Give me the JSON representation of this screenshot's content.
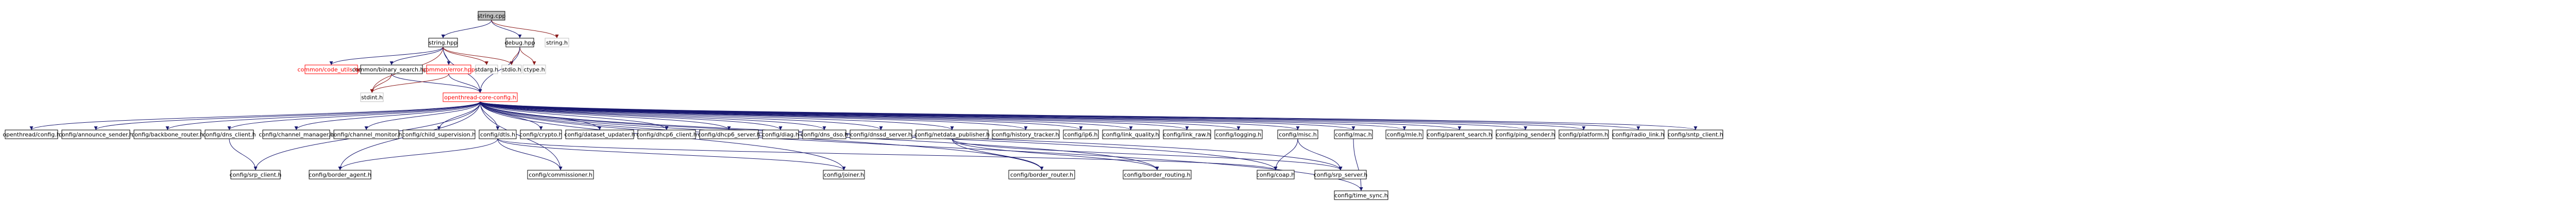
{
  "graph": {
    "title": "string.cpp include dependency graph",
    "colors": {
      "root_fill": "#bfbfbf",
      "node_fill": "#ffffff",
      "node_stroke": "#000000",
      "missing_stroke": "#ff0000",
      "edge_project": "#191970",
      "edge_system": "#8b1a1a",
      "background": "#ffffff"
    },
    "nodes": [
      {
        "id": "string_cpp",
        "label": "string.cpp",
        "root": true
      },
      {
        "id": "string_hpp",
        "label": "string.hpp"
      },
      {
        "id": "debug_hpp",
        "label": "debug.hpp"
      },
      {
        "id": "string_h",
        "label": "string.h",
        "plain": true
      },
      {
        "id": "code_utils",
        "label": "common/code_utils.hpp",
        "missing": true
      },
      {
        "id": "binary_search",
        "label": "common/binary_search.hpp"
      },
      {
        "id": "error_hpp",
        "label": "common/error.hpp",
        "missing": true
      },
      {
        "id": "stdarg_h",
        "label": "stdarg.h",
        "plain": true
      },
      {
        "id": "stdio_h",
        "label": "stdio.h",
        "plain": true
      },
      {
        "id": "ctype_h",
        "label": "ctype.h",
        "plain": true
      },
      {
        "id": "core_config",
        "label": "openthread-core-config.h",
        "missing": true
      },
      {
        "id": "stdint_h",
        "label": "stdint.h",
        "plain": true
      },
      {
        "id": "ot_config",
        "label": "openthread/config.h"
      },
      {
        "id": "announce_sender",
        "label": "config/announce_sender.h"
      },
      {
        "id": "backbone_router",
        "label": "config/backbone_router.h"
      },
      {
        "id": "dns_client",
        "label": "config/dns_client.h"
      },
      {
        "id": "channel_manager",
        "label": "config/channel_manager.h"
      },
      {
        "id": "channel_monitor",
        "label": "config/channel_monitor.h"
      },
      {
        "id": "child_supervision",
        "label": "config/child_supervision.h"
      },
      {
        "id": "dtls",
        "label": "config/dtls.h"
      },
      {
        "id": "crypto",
        "label": "config/crypto.h"
      },
      {
        "id": "dataset_updater",
        "label": "config/dataset_updater.h"
      },
      {
        "id": "dhcp6_client",
        "label": "config/dhcp6_client.h"
      },
      {
        "id": "dhcp6_server",
        "label": "config/dhcp6_server.h"
      },
      {
        "id": "diag",
        "label": "config/diag.h"
      },
      {
        "id": "dns_dso",
        "label": "config/dns_dso.h"
      },
      {
        "id": "dnssd_server",
        "label": "config/dnssd_server.h"
      },
      {
        "id": "netdata_publisher",
        "label": "config/netdata_publisher.h"
      },
      {
        "id": "history_tracker",
        "label": "config/history_tracker.h"
      },
      {
        "id": "ip6",
        "label": "config/ip6.h"
      },
      {
        "id": "link_quality",
        "label": "config/link_quality.h"
      },
      {
        "id": "link_raw",
        "label": "config/link_raw.h"
      },
      {
        "id": "logging",
        "label": "config/logging.h"
      },
      {
        "id": "misc",
        "label": "config/misc.h"
      },
      {
        "id": "mac",
        "label": "config/mac.h"
      },
      {
        "id": "mle",
        "label": "config/mle.h"
      },
      {
        "id": "parent_search",
        "label": "config/parent_search.h"
      },
      {
        "id": "ping_sender",
        "label": "config/ping_sender.h"
      },
      {
        "id": "platform",
        "label": "config/platform.h"
      },
      {
        "id": "radio_link",
        "label": "config/radio_link.h"
      },
      {
        "id": "sntp_client",
        "label": "config/sntp_client.h"
      },
      {
        "id": "srp_client",
        "label": "config/srp_client.h"
      },
      {
        "id": "border_agent",
        "label": "config/border_agent.h"
      },
      {
        "id": "commissioner",
        "label": "config/commissioner.h"
      },
      {
        "id": "joiner",
        "label": "config/joiner.h"
      },
      {
        "id": "border_router",
        "label": "config/border_router.h"
      },
      {
        "id": "border_routing",
        "label": "config/border_routing.h"
      },
      {
        "id": "coap",
        "label": "config/coap.h"
      },
      {
        "id": "srp_server",
        "label": "config/srp_server.h"
      },
      {
        "id": "time_sync",
        "label": "config/time_sync.h"
      }
    ],
    "edges": [
      [
        "string_cpp",
        "string_hpp"
      ],
      [
        "string_cpp",
        "debug_hpp"
      ],
      [
        "string_cpp",
        "string_h"
      ],
      [
        "string_hpp",
        "code_utils"
      ],
      [
        "string_hpp",
        "binary_search"
      ],
      [
        "string_hpp",
        "error_hpp"
      ],
      [
        "string_hpp",
        "stdarg_h"
      ],
      [
        "string_hpp",
        "stdio_h"
      ],
      [
        "string_hpp",
        "core_config"
      ],
      [
        "string_hpp",
        "stdint_h"
      ],
      [
        "debug_hpp",
        "stdio_h"
      ],
      [
        "debug_hpp",
        "ctype_h"
      ],
      [
        "debug_hpp",
        "core_config"
      ],
      [
        "binary_search",
        "stdint_h"
      ],
      [
        "binary_search",
        "core_config"
      ],
      [
        "error_hpp",
        "stdint_h"
      ],
      [
        "error_hpp",
        "core_config"
      ],
      [
        "core_config",
        "ot_config"
      ],
      [
        "core_config",
        "announce_sender"
      ],
      [
        "core_config",
        "backbone_router"
      ],
      [
        "core_config",
        "dns_client"
      ],
      [
        "core_config",
        "channel_manager"
      ],
      [
        "core_config",
        "channel_monitor"
      ],
      [
        "core_config",
        "child_supervision"
      ],
      [
        "core_config",
        "dtls"
      ],
      [
        "core_config",
        "crypto"
      ],
      [
        "core_config",
        "dataset_updater"
      ],
      [
        "core_config",
        "dhcp6_client"
      ],
      [
        "core_config",
        "dhcp6_server"
      ],
      [
        "core_config",
        "diag"
      ],
      [
        "core_config",
        "dns_dso"
      ],
      [
        "core_config",
        "dnssd_server"
      ],
      [
        "core_config",
        "netdata_publisher"
      ],
      [
        "core_config",
        "history_tracker"
      ],
      [
        "core_config",
        "ip6"
      ],
      [
        "core_config",
        "link_quality"
      ],
      [
        "core_config",
        "link_raw"
      ],
      [
        "core_config",
        "logging"
      ],
      [
        "core_config",
        "misc"
      ],
      [
        "core_config",
        "mac"
      ],
      [
        "core_config",
        "mle"
      ],
      [
        "core_config",
        "parent_search"
      ],
      [
        "core_config",
        "ping_sender"
      ],
      [
        "core_config",
        "platform"
      ],
      [
        "core_config",
        "radio_link"
      ],
      [
        "core_config",
        "sntp_client"
      ],
      [
        "core_config",
        "srp_client"
      ],
      [
        "core_config",
        "border_agent"
      ],
      [
        "core_config",
        "commissioner"
      ],
      [
        "core_config",
        "joiner"
      ],
      [
        "core_config",
        "border_router"
      ],
      [
        "core_config",
        "border_routing"
      ],
      [
        "core_config",
        "coap"
      ],
      [
        "core_config",
        "srp_server"
      ],
      [
        "core_config",
        "time_sync"
      ],
      [
        "dns_client",
        "srp_client"
      ],
      [
        "dtls",
        "border_agent"
      ],
      [
        "dtls",
        "commissioner"
      ],
      [
        "dtls",
        "joiner"
      ],
      [
        "dtls",
        "coap"
      ],
      [
        "netdata_publisher",
        "border_router"
      ],
      [
        "netdata_publisher",
        "border_routing"
      ],
      [
        "netdata_publisher",
        "srp_server"
      ],
      [
        "misc",
        "coap"
      ],
      [
        "misc",
        "srp_server"
      ],
      [
        "mac",
        "time_sync"
      ]
    ]
  }
}
